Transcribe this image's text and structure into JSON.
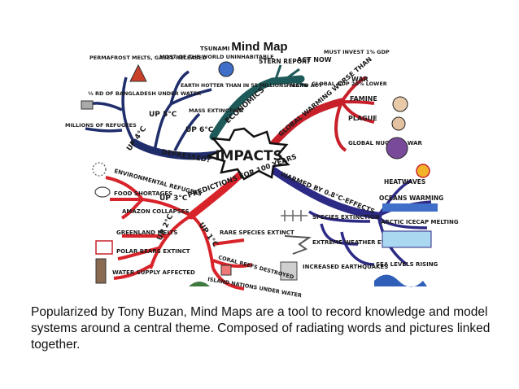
{
  "title": "Mind Map",
  "center": "IMPACTS",
  "branches": {
    "economics": {
      "label": "ECONOMICS",
      "stern_report": "STERN REPORT",
      "act_now": "ACT NOW",
      "must_invest": "MUST INVEST 1% GDP",
      "fail_to_act": "FAIL TO ACT",
      "global_gdp": "GLOBAL GDP 20% LOWER"
    },
    "global_warming": {
      "label": "GLOBAL WARMING WORSE THAN",
      "war": "WAR",
      "famine": "FAMINE",
      "plague": "PLAGUE",
      "nuclear_war": "GLOBAL NUCLEAR WAR"
    },
    "warmed": {
      "label": "WARMED BY 0.8°C-EFFECTS",
      "heatwaves": "HEATWAVES",
      "oceans": "OCEANS WARMING",
      "species": "SPECIES EXTINCTION",
      "arctic": "ARCTIC ICECAP MELTING",
      "extreme": "EXTREME WEATHER EVENTS",
      "sea_levels": "SEA LEVELS RISING",
      "earthquakes": "INCREASED EARTHQUAKES"
    },
    "predictions": {
      "label": "PREDICTIONS FOR 100 YEARS",
      "up1": "UP 1°C",
      "rare_species": "RARE SPECIES EXTINCT",
      "coral": "CORAL REEFS DESTROYED",
      "island": "ISLAND NATIONS UNDER WATER",
      "up2": "UP 2°C",
      "greenland": "GREENLAND MELTS",
      "polar": "POLAR BEARS EXTINCT",
      "water": "WATER SUPPLY AFFECTED",
      "up3": "UP 3°C",
      "env_refugees": "ENVIRONMENTAL REFUGEES",
      "food": "FOOD SHORTAGES",
      "amazon": "AMAZON COLLAPSES"
    },
    "depressed": {
      "label": "DEPRESSED?",
      "up4": "UP 4°C",
      "permafrost": "PERMAFROST MELTS, GASES RELEASED",
      "bangladesh": "⅓ RD OF BANGLADESH UNDER WATER",
      "refugees": "MILLIONS OF REFUGEES",
      "up5": "UP 5°C",
      "uninhabitable": "MOST OF THE WORLD UNINHABITABLE",
      "tsunami": "TSUNAMI",
      "up6": "UP 6°C",
      "hotter": "EARTH HOTTER THAN IN 55 MILLIONS YEARS",
      "mass_extinction": "MASS EXTINCTION"
    }
  },
  "caption": "Popularized by Tony Buzan, Mind Maps are a tool to record knowledge and model systems around a central theme. Composed of radiating words and pictures linked together.",
  "colors": {
    "economics": "#1f5a5a",
    "global": "#c8202a",
    "warmed": "#2d2a86",
    "predictions": "#d8232a",
    "depressed": "#1f2d6b"
  }
}
